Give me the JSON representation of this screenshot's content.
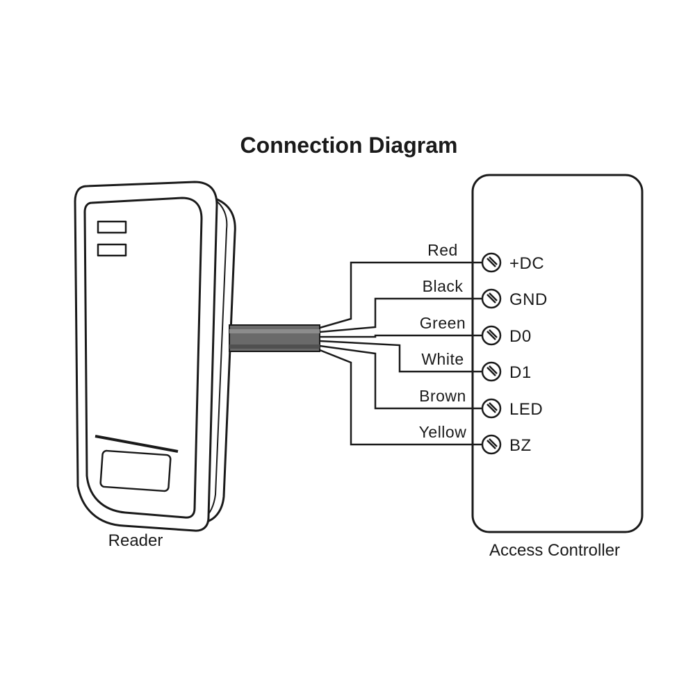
{
  "title": "Connection Diagram",
  "reader": {
    "label": "Reader"
  },
  "controller": {
    "label": "Access Controller"
  },
  "connections": [
    {
      "wire": "Red",
      "terminal": "+DC"
    },
    {
      "wire": "Black",
      "terminal": "GND"
    },
    {
      "wire": "Green",
      "terminal": "D0"
    },
    {
      "wire": "White",
      "terminal": "D1"
    },
    {
      "wire": "Brown",
      "terminal": "LED"
    },
    {
      "wire": "Yellow",
      "terminal": "BZ"
    }
  ],
  "icons": {
    "terminal": "screw-terminal-icon",
    "cable": "cable-icon"
  },
  "colors": {
    "line": "#1a1a1a",
    "cable": "#6a6a6a",
    "background": "#ffffff"
  }
}
